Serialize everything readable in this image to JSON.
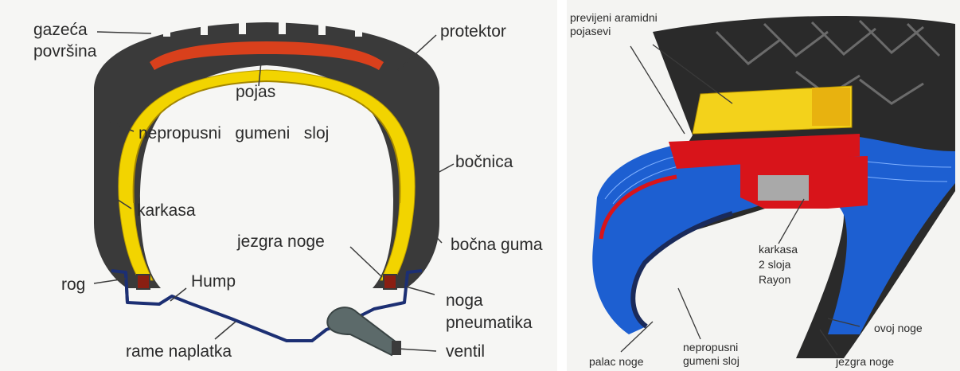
{
  "left_diagram": {
    "labels": {
      "gazeca_povrsina": "gazeća\npovršina",
      "protektor": "protektor",
      "pojas": "pojas",
      "nepropusni_gumeni_sloj": "nepropusni   gumeni   sloj",
      "bocnica": "bočnica",
      "karkasa": "karkasa",
      "bocna_guma": "bočna guma",
      "jezgra_noge": "jezgra noge",
      "rog": "rog",
      "hump": "Hump",
      "noga_pneumatika": "noga\npneumatika",
      "rame_naplatka": "rame naplatka",
      "ventil": "ventil"
    }
  },
  "right_diagram": {
    "labels": {
      "previjeni_aramidni_pojasevi": "previjeni aramidni\npojasevi",
      "karkasa_2_sloja_rayon": "karkasa\n2 sloja\nRayon",
      "ovoj_noge": "ovoj noge",
      "jezgra_noge": "jezgra noge",
      "palac_noge": "palac noge",
      "nepropusni_gumeni_sloj": "nepropusni\ngumeni sloj"
    }
  },
  "colors": {
    "tread": "#3a3a3a",
    "belt": "#d9401c",
    "carcass": "#f2d400",
    "liner": "#fdf7c7",
    "rim": "#1c2f73",
    "ply_blue": "#1d5fd1",
    "ply_red": "#d8141a",
    "ply_yellow": "#f3d21b"
  }
}
